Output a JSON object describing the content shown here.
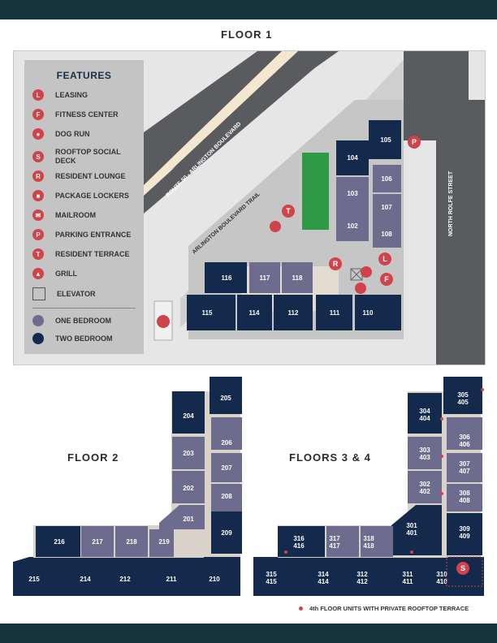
{
  "floor1_title": "FLOOR 1",
  "floor2_title": "FLOOR 2",
  "floor34_title": "FLOORS 3 & 4",
  "legend": {
    "title": "FEATURES",
    "items": [
      {
        "icon": "L",
        "label": "LEASING"
      },
      {
        "icon": "F",
        "label": "FITNESS CENTER"
      },
      {
        "icon": "dog",
        "label": "DOG RUN"
      },
      {
        "icon": "S",
        "label": "ROOFTOP SOCIAL DECK"
      },
      {
        "icon": "R",
        "label": "RESIDENT LOUNGE"
      },
      {
        "icon": "lock",
        "label": "PACKAGE LOCKERS"
      },
      {
        "icon": "mail",
        "label": "MAILROOM"
      },
      {
        "icon": "P",
        "label": "PARKING ENTRANCE"
      },
      {
        "icon": "T",
        "label": "RESIDENT TERRACE"
      },
      {
        "icon": "grill",
        "label": "GRILL"
      },
      {
        "icon": "elevator",
        "label": "ELEVATOR"
      }
    ],
    "types": [
      {
        "label": "ONE BEDROOM",
        "color": "#6e6c8e"
      },
      {
        "label": "TWO BEDROOM",
        "color": "#132a4d"
      }
    ]
  },
  "streets": {
    "route50": "ROUTE 50 - ARLINGTON BOULEVARD",
    "trail": "ARLINGTON BOULEVARD TRAIL",
    "rolfe": "NORTH ROLFE STREET"
  },
  "markers": {
    "P": "P",
    "T": "T",
    "R": "R",
    "L": "L",
    "F": "F",
    "S": "S"
  },
  "colors": {
    "one_bedroom": "#6e6c8e",
    "two_bedroom": "#132a4d",
    "accent": "#d0434a",
    "green": "#2e9a45"
  },
  "floor1_units": [
    "105",
    "104",
    "106",
    "103",
    "107",
    "102",
    "108",
    "116",
    "117",
    "118",
    "115",
    "114",
    "112",
    "111",
    "110"
  ],
  "floor2_units": [
    "205",
    "204",
    "206",
    "203",
    "207",
    "202",
    "208",
    "201",
    "209",
    "216",
    "217",
    "218",
    "219",
    "215",
    "214",
    "212",
    "211",
    "210"
  ],
  "floor34_units": [
    "305\n405",
    "304\n404",
    "306\n406",
    "303\n403",
    "307\n407",
    "302\n402",
    "308\n408",
    "301\n401",
    "309\n409",
    "316\n416",
    "317\n417",
    "318\n418",
    "315\n415",
    "314\n414",
    "312\n412",
    "311\n411",
    "310\n410"
  ],
  "footnote": "4th FLOOR UNITS WITH PRIVATE ROOFTOP TERRACE"
}
